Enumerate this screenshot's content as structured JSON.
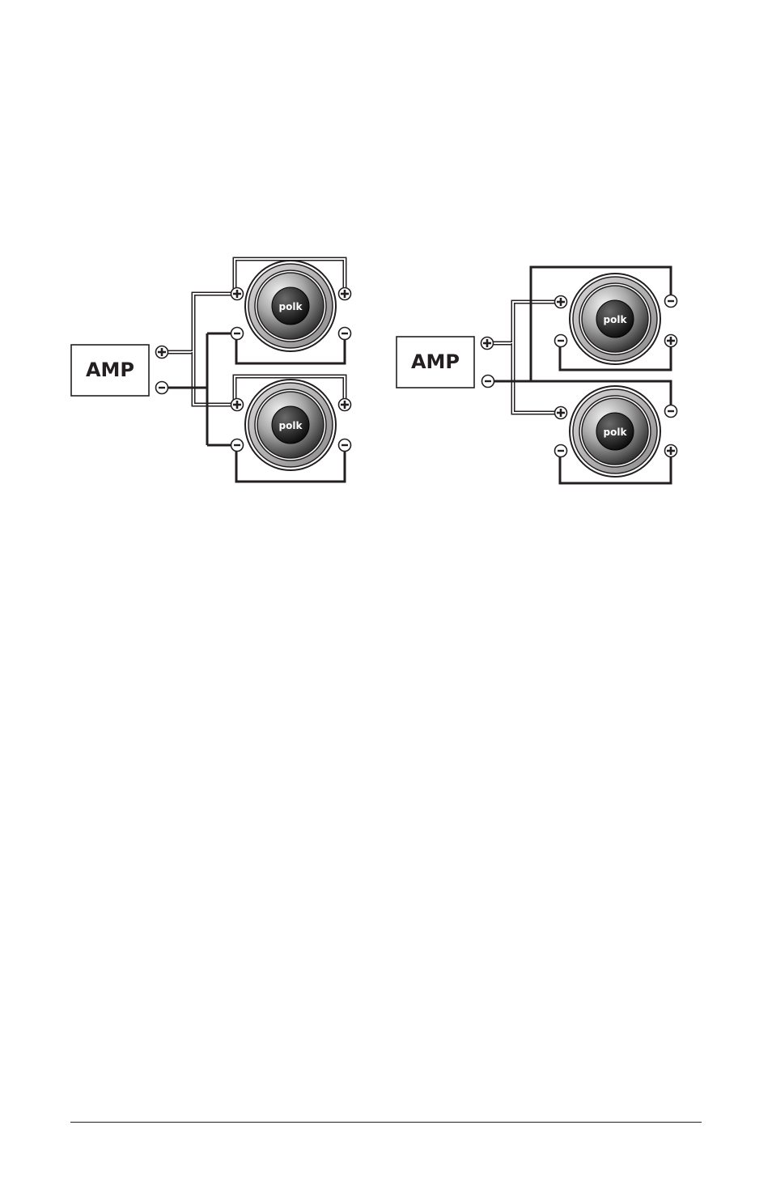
{
  "diagrams": [
    {
      "amp_label": "AMP",
      "amp_terminals": [
        "+",
        "-"
      ],
      "speakers": [
        {
          "brand": "polk",
          "terminals": [
            "+",
            "-",
            "+",
            "-"
          ]
        },
        {
          "brand": "polk",
          "terminals": [
            "+",
            "-",
            "+",
            "-"
          ]
        }
      ]
    },
    {
      "amp_label": "AMP",
      "amp_terminals": [
        "+",
        "-"
      ],
      "speakers": [
        {
          "brand": "polk",
          "terminals": [
            "+",
            "-",
            "-",
            "+"
          ]
        },
        {
          "brand": "polk",
          "terminals": [
            "+",
            "-",
            "-",
            "+"
          ]
        }
      ]
    }
  ],
  "colors": {
    "ink": "#231f20",
    "paper": "#ffffff"
  }
}
